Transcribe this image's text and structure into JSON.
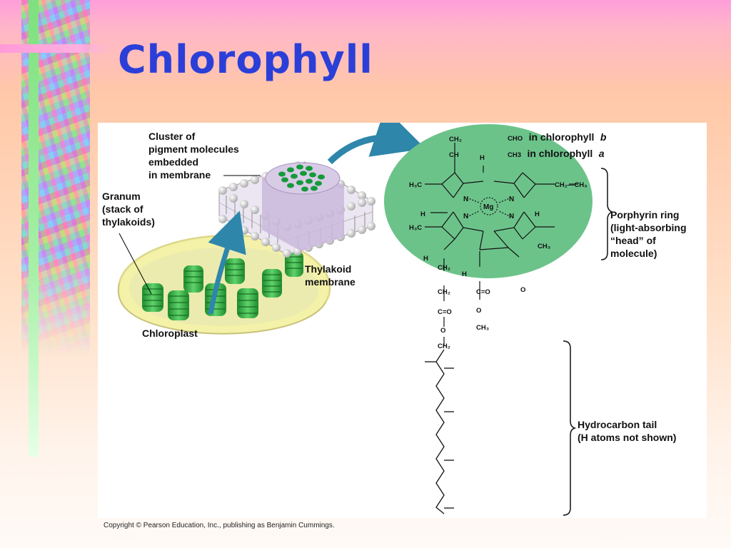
{
  "slide": {
    "title": "Chlorophyll",
    "copyright": "Copyright © Pearson Education, Inc., publishing as Benjamin Cummings."
  },
  "diagram": {
    "cluster_label": [
      "Cluster of",
      "pigment molecules",
      "embedded",
      "in membrane"
    ],
    "granum_label": [
      "Granum",
      "(stack of",
      "thylakoids)"
    ],
    "chloroplast_label": "Chloroplast",
    "thylakoid_membrane_label": [
      "Thylakoid",
      "membrane"
    ],
    "chlorophyll_b_label": {
      "group": "CHO",
      "text": "in chlorophyll",
      "variant": "b"
    },
    "chlorophyll_a_label": {
      "group": "CH3",
      "text": "in chlorophyll",
      "variant": "a"
    },
    "porphyrin_label": [
      "Porphyrin ring",
      "(light-absorbing",
      "“head” of",
      "molecule)"
    ],
    "tail_label": [
      "Hydrocarbon tail",
      "(H atoms not shown)"
    ],
    "central_atom": "Mg"
  },
  "colors": {
    "title": "#2b3fd8",
    "porphyrin_fill": "#6cc38a",
    "chloroplast_green": "#3cb44a",
    "membrane_fill": "#d9cde6",
    "arrow": "#2e86ab"
  }
}
